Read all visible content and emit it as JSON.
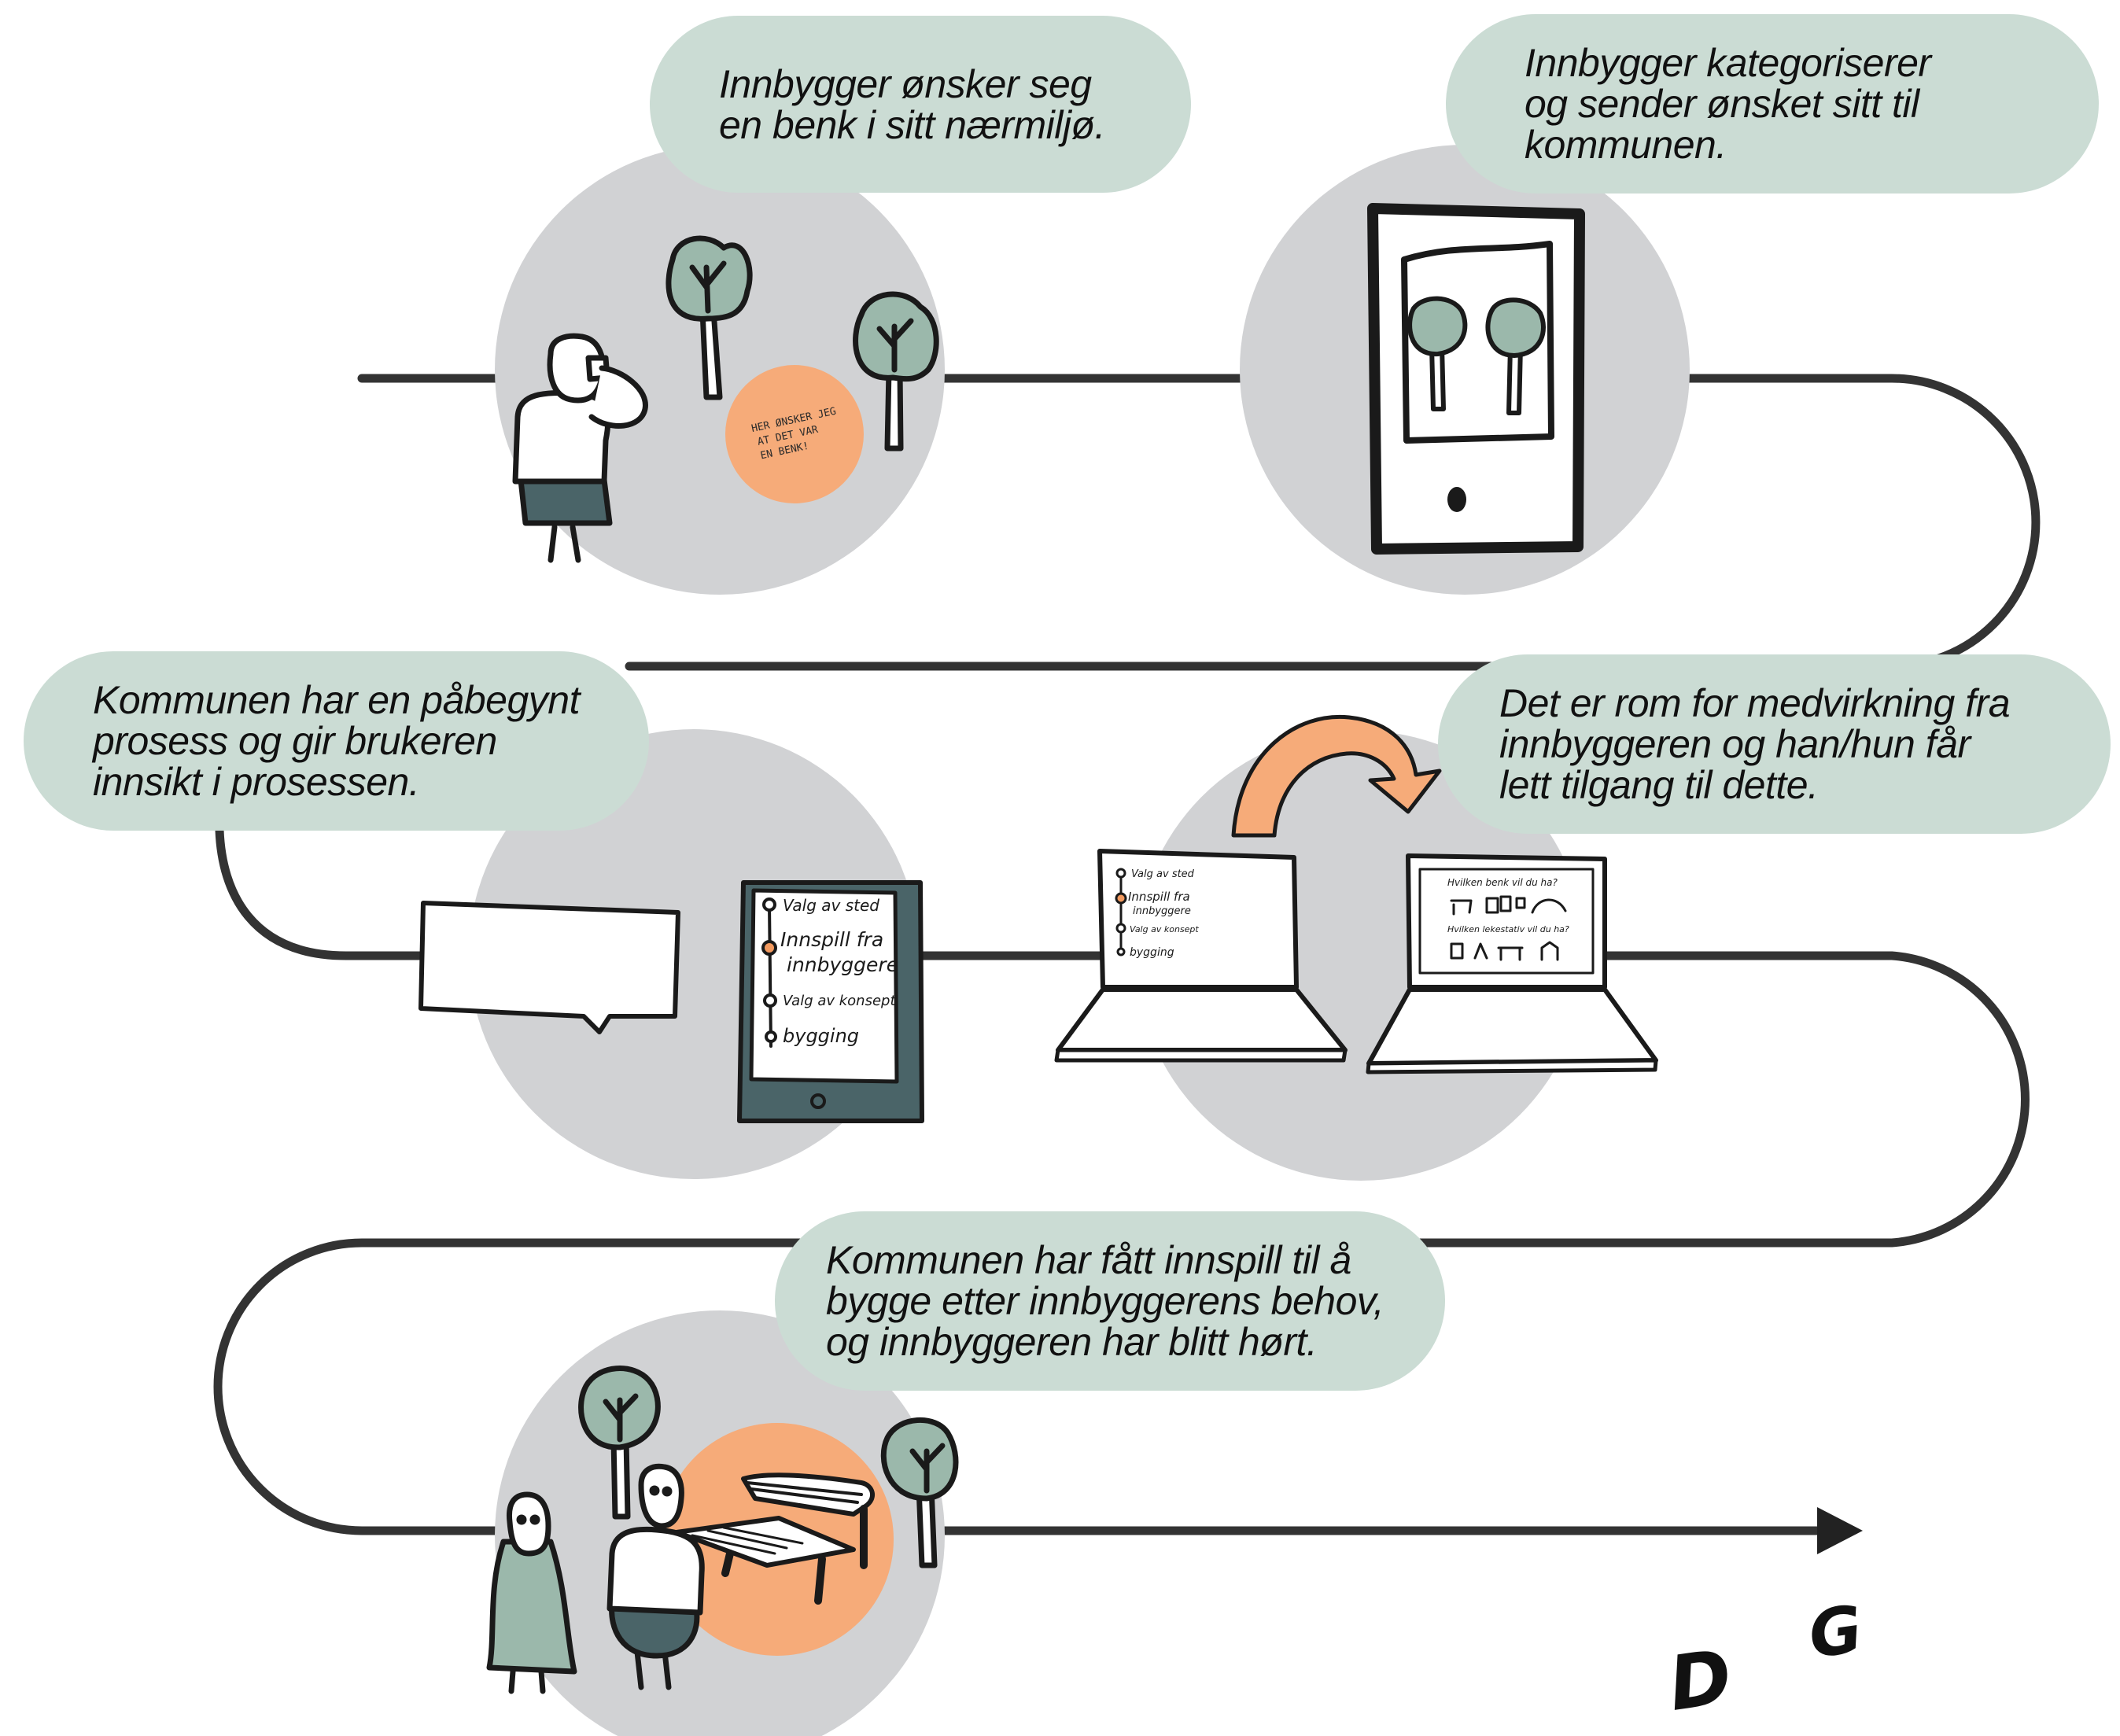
{
  "colors": {
    "circle": "#d1d2d4",
    "bubble": "#cbdcd4",
    "accent": "#f6ab79",
    "line": "#333333",
    "teal": "#4a6468",
    "tree": "#9bb8ab",
    "ink": "#1a1a1a"
  },
  "steps": [
    {
      "id": "step-1",
      "text": "Innbygger ønsker seg\nen benk i sitt nærmiljø."
    },
    {
      "id": "step-2",
      "text": "Innbygger kategoriserer\nog sender ønsket sitt til\nkommunen."
    },
    {
      "id": "step-3",
      "text": "Kommunen har en påbegynt\nprosess og gir brukeren\ninnsikt i prosessen."
    },
    {
      "id": "step-4",
      "text": "Det er rom for medvirkning fra\ninnbyggeren og han/hun får\nlett tilgang til dette."
    },
    {
      "id": "step-5",
      "text": "Kommunen har fått innspill til å\nbygge etter innbyggerens behov,\nog innbyggeren har blitt hørt."
    }
  ],
  "sketch": {
    "sign_text": [
      "HER ØNSKER JEG",
      "AT DET VAR",
      "EN BENK!"
    ],
    "process_steps": [
      "Valg av sted",
      "Innspill fra",
      "innbyggere",
      "Valg av konsept",
      "bygging"
    ],
    "laptop_left_lines": [
      "Valg av sted",
      "Innspill fra",
      "innbyggere",
      "Valg av konsept",
      "bygging"
    ],
    "laptop_right_q1": "Hvilken benk vil du ha?",
    "laptop_right_q2": "Hvilken lekestativ vil du ha?"
  },
  "logo": {
    "letter1": "D",
    "letter2": "G"
  }
}
